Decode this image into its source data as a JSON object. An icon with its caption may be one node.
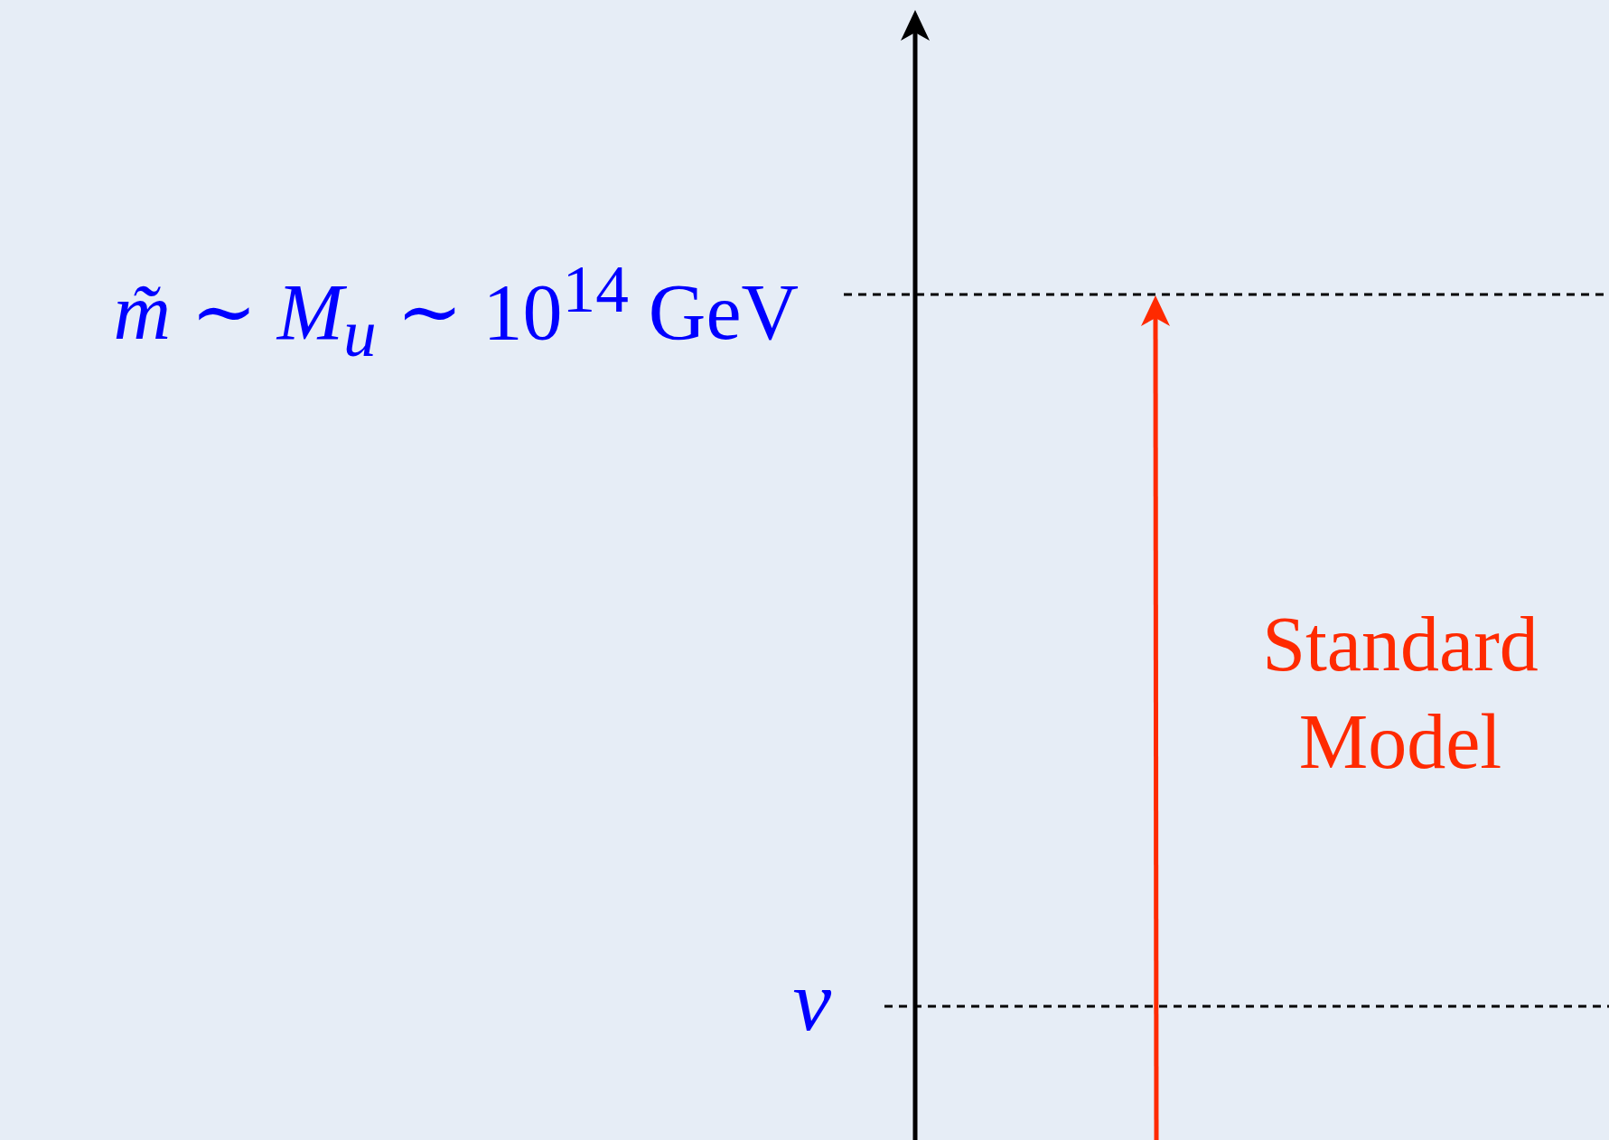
{
  "diagram": {
    "labels": [
      "*m̃* ∼ *M*$_{u}$ ∼ 10$^{14}$ GeV",
      "v",
      "Standard Model"
    ]
  }
}
